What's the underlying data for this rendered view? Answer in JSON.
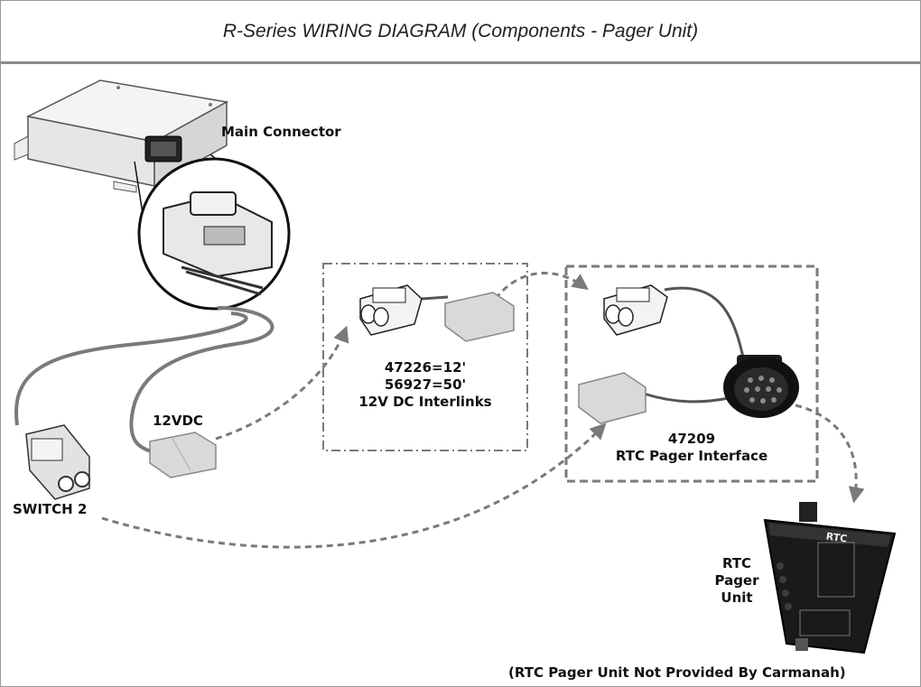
{
  "title": "R-Series WIRING DIAGRAM (Components - Pager Unit)",
  "labels": {
    "main_connector": "Main Connector",
    "switch2": "SWITCH 2",
    "vdc": "12VDC",
    "interlink_line1": "47226=12'",
    "interlink_line2": "56927=50'",
    "interlink_line3": "12V DC Interlinks",
    "pager_interface_part": "47209",
    "pager_interface_name": "RTC Pager Interface",
    "pager_unit_line1": "RTC",
    "pager_unit_line2": "Pager",
    "pager_unit_line3": "Unit",
    "footnote": "(RTC Pager Unit Not Provided By Carmanah)",
    "device_brand": "RTC"
  },
  "colors": {
    "line": "#7a7a7a",
    "connector_fill": "#d9d9d9",
    "device_fill": "#1a1a1a"
  }
}
